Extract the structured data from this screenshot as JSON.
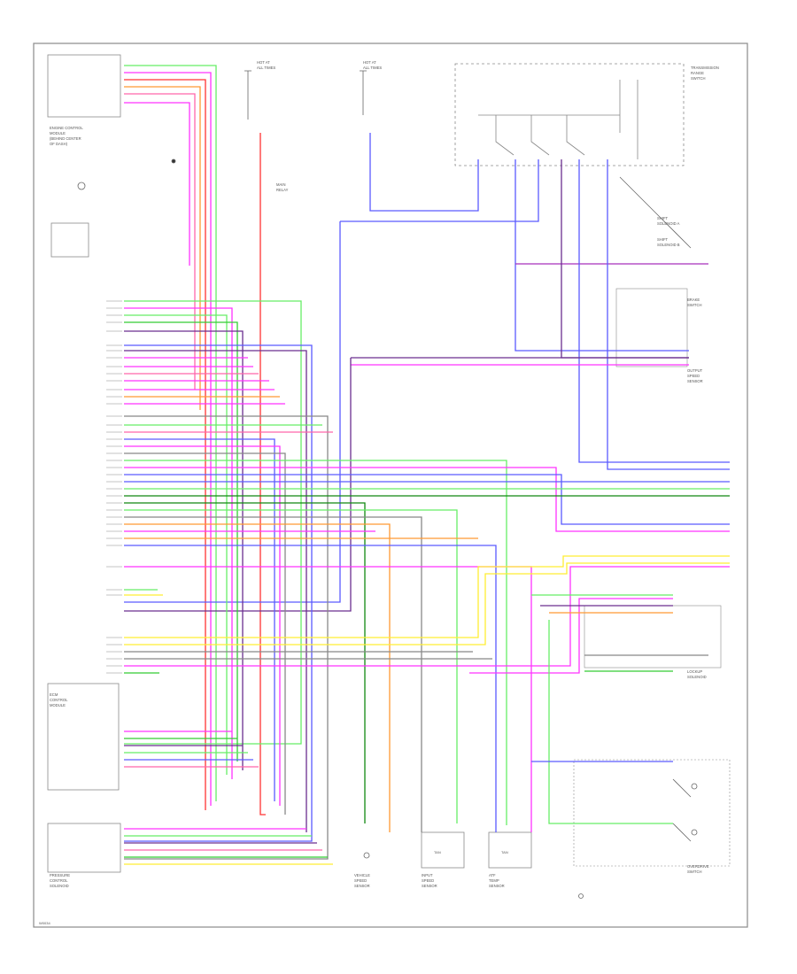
{
  "colors": {
    "border": "#8a8a8a",
    "blue": "#5b5bff",
    "purple": "#6b2e8f",
    "magenta": "#ff33ff",
    "red": "#ff3333",
    "green": "#33cc33",
    "lightgreen": "#66ee66",
    "orange": "#ff9933",
    "yellow": "#ffee33",
    "darkgreen": "#118811",
    "gray": "#888888",
    "black": "#222222",
    "pink": "#ff66aa",
    "olive": "#999933"
  },
  "boxes": {
    "hot_at_all_times_1": [
      "HOT AT",
      "ALL TIMES"
    ],
    "hot_at_all_times_2": [
      "HOT AT",
      "ALL TIMES"
    ],
    "main_relay": [
      "MAIN",
      "RELAY"
    ],
    "engine_control_module": [
      "ENGINE CONTROL",
      "MODULE",
      "(BEHIND CENTER",
      "OF DASH)"
    ],
    "transmission_range_switch": [
      "TRANSMISSION",
      "RANGE",
      "SWITCH"
    ],
    "ecm_lower_left": [
      "ECM",
      "CONTROL",
      "MODULE"
    ],
    "pressure_control_solenoid": [
      "PRESSURE",
      "CONTROL",
      "SOLENOID"
    ],
    "shift_solenoid_a": [
      "SHIFT",
      "SOLENOID A"
    ],
    "shift_solenoid_b": [
      "SHIFT",
      "SOLENOID B"
    ],
    "overdrive_switch": [
      "OVERDRIVE",
      "SWITCH"
    ],
    "vehicle_speed_sensor": [
      "VEHICLE",
      "SPEED",
      "SENSOR"
    ],
    "input_speed_sensor": [
      "INPUT",
      "SPEED",
      "SENSOR"
    ],
    "output_speed_sensor": [
      "OUTPUT",
      "SPEED",
      "SENSOR"
    ],
    "atf_temp_sensor": [
      "ATF",
      "TEMP",
      "SENSOR"
    ],
    "lockup_solenoid": [
      "LOCKUP",
      "SOLENOID"
    ],
    "brake_switch": [
      "BRAKE",
      "SWITCH"
    ]
  },
  "connectors": {
    "tan": "TAN",
    "tan2": "TAN"
  },
  "footer": {
    "code": "W0034"
  }
}
